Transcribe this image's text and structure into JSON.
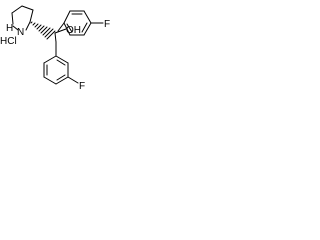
{
  "molecule": {
    "atom_labels": {
      "nh": "H",
      "n": "N",
      "oh": "OH",
      "f_top": "F",
      "f_bottom": "F"
    },
    "salt_label": "HCl",
    "colors": {
      "ink": "#000000",
      "background": "#ffffff"
    }
  }
}
